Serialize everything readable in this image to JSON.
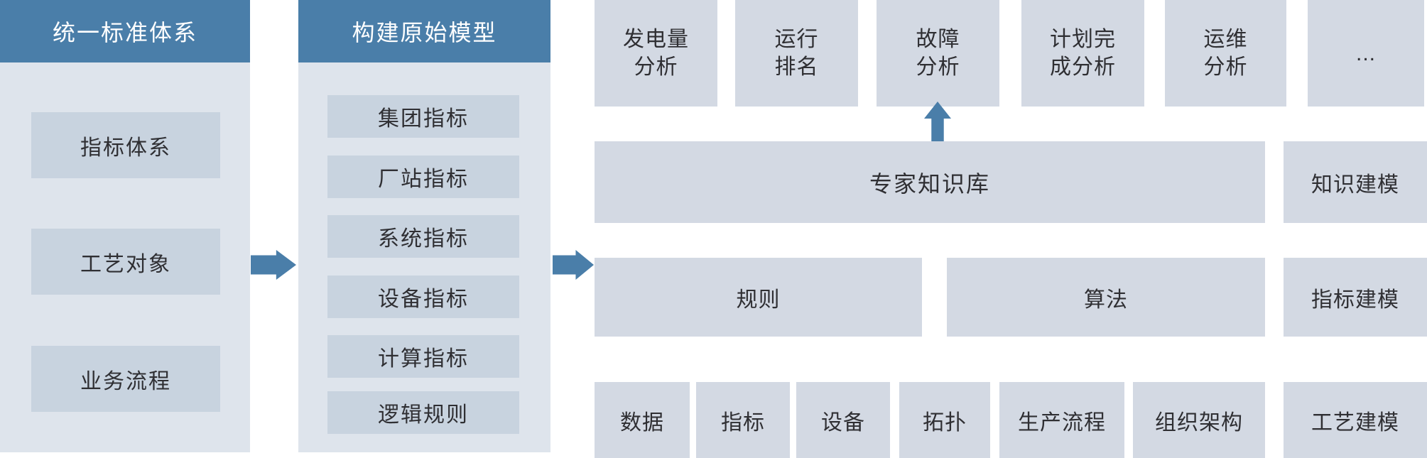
{
  "diagram": {
    "standard_system": {
      "title": "统一标准体系",
      "items": [
        "指标体系",
        "工艺对象",
        "业务流程"
      ]
    },
    "original_model": {
      "title": "构建原始模型",
      "items": [
        "集团指标",
        "厂站指标",
        "系统指标",
        "设备指标",
        "计算指标",
        "逻辑规则"
      ]
    },
    "analysis_apps": [
      "发电量\n分析",
      "运行\n排名",
      "故障\n分析",
      "计划完\n成分析",
      "运维\n分析",
      "..."
    ],
    "expert_kb": "专家知识库",
    "rules": "规则",
    "algorithm": "算法",
    "model_elements": [
      "数据",
      "指标",
      "设备",
      "拓扑",
      "生产流程",
      "组织架构"
    ],
    "modeling_layers": [
      "知识建模",
      "指标建模",
      "工艺建模"
    ],
    "colors": {
      "header_blue": "#4a7ea9",
      "panel_bg": "#dee4ec",
      "panel_item_bg": "#c8d3df",
      "gray_box_bg": "#d3d9e3",
      "arrow_blue": "#4a7ea9",
      "text_dark": "#2f2f33",
      "header_text": "#ffffff"
    }
  }
}
